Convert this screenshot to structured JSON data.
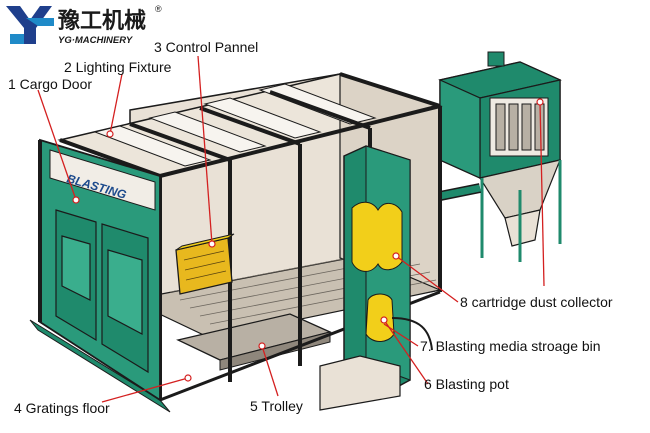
{
  "logo": {
    "chinese_name": "豫工机械",
    "english_name": "YG·MACHINERY",
    "registered_mark": "®"
  },
  "booth_brand": "BLASTING",
  "labels": [
    {
      "id": "cargo-door",
      "text": "1 Cargo Door"
    },
    {
      "id": "lighting-fixture",
      "text": "2 Lighting Fixture"
    },
    {
      "id": "control-pannel",
      "text": "3 Control Pannel"
    },
    {
      "id": "gratings-floor",
      "text": "4 Gratings floor"
    },
    {
      "id": "trolley",
      "text": "5 Trolley"
    },
    {
      "id": "blasting-pot",
      "text": "6 Blasting pot"
    },
    {
      "id": "media-storage-bin",
      "text": "7. Blasting media stroage bin"
    },
    {
      "id": "dust-collector",
      "text": "8 cartridge dust collector"
    }
  ],
  "colors": {
    "frame_green": "#1f8a6c",
    "dark_outline": "#1b1b1b",
    "pointer_red": "#d42020",
    "hopper_yellow": "#f2cf1a",
    "panel_yellow": "#e8b81e",
    "wall_beige": "#e9e1d6"
  }
}
